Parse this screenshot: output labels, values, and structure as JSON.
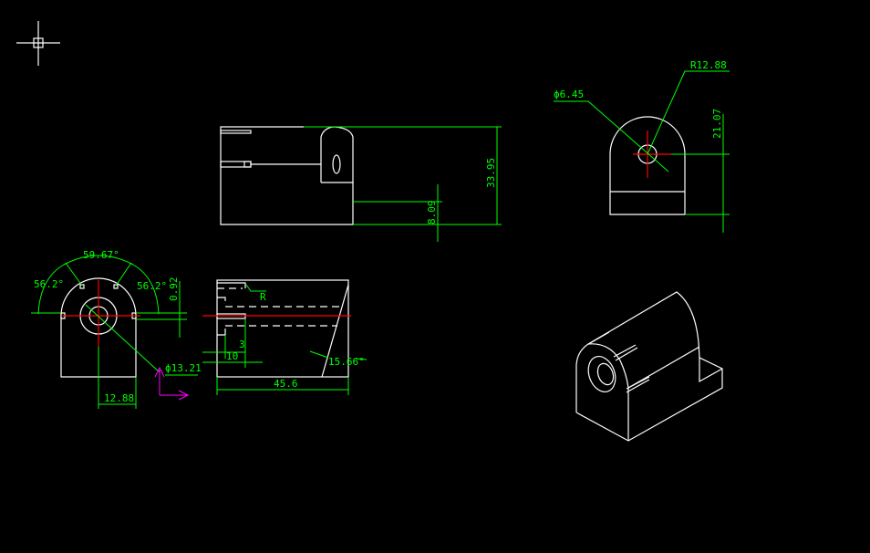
{
  "drawing": {
    "background_color": "#000000",
    "geometry_color": "#ffffff",
    "dimension_color": "#00ff00",
    "centerline_color": "#ff0000",
    "ucs_color": "#ff00ff",
    "top_view": {
      "dims": {
        "height": "33.95",
        "tab_height": "8.09"
      }
    },
    "right_view": {
      "dims": {
        "hole_dia": "ϕ6.45",
        "radius": "R12.88",
        "center_height": "21.07"
      }
    },
    "front_view": {
      "dims": {
        "angle_left": "56.2°",
        "angle_mid": "59.67°",
        "angle_right": "56.2°",
        "offset": "0.92",
        "bore_dia": "ϕ13.21",
        "half_width": "12.88"
      }
    },
    "section_view": {
      "dims": {
        "radius": "R",
        "depth": "3",
        "slot": "10",
        "length": "45.6",
        "angle": "15.66°"
      }
    }
  }
}
